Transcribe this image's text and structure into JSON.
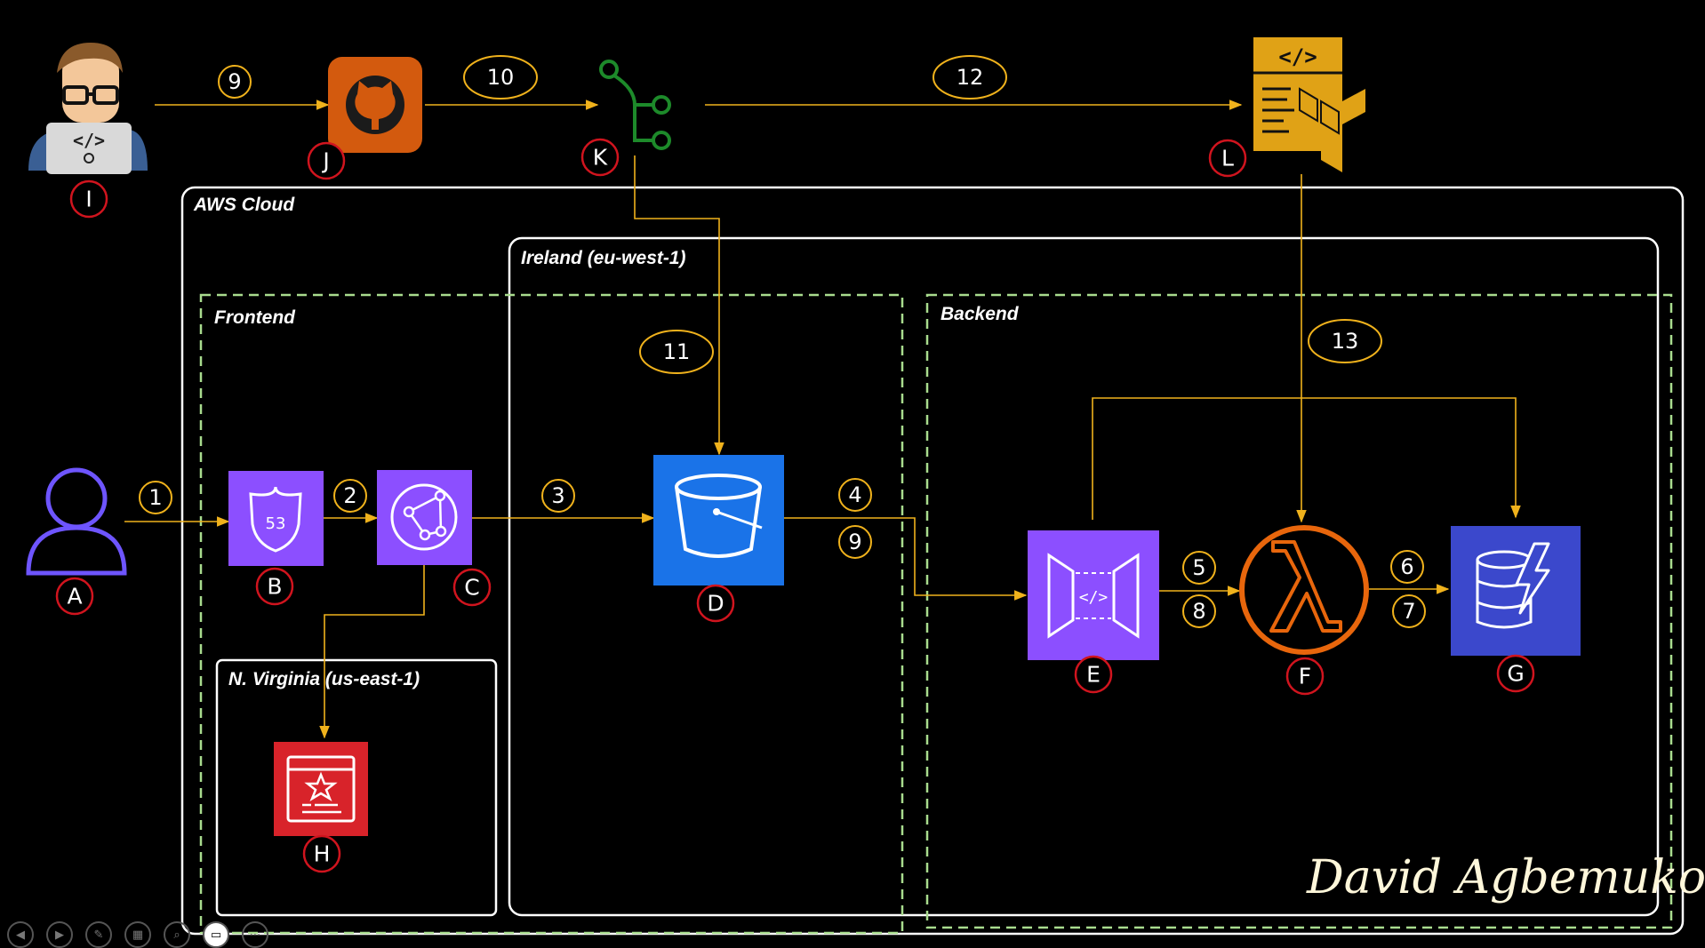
{
  "labels": {
    "aws_cloud": "AWS Cloud",
    "ireland": "Ireland (eu-west-1)",
    "frontend": "Frontend",
    "backend": "Backend",
    "virginia": "N. Virginia (us-east-1)"
  },
  "letters": {
    "A": "A",
    "B": "B",
    "C": "C",
    "D": "D",
    "E": "E",
    "F": "F",
    "G": "G",
    "H": "H",
    "I": "I",
    "J": "J",
    "K": "K",
    "L": "L"
  },
  "steps": {
    "s1": "1",
    "s2": "2",
    "s3": "3",
    "s4": "4",
    "s5": "5",
    "s6": "6",
    "s7": "7",
    "s8": "8",
    "s9a": "9",
    "s9b": "9",
    "s10": "10",
    "s11": "11",
    "s12": "12",
    "s13": "13"
  },
  "icons": {
    "route53_text": "53",
    "code_tag": "</>"
  },
  "signature": "David Agbemuko",
  "colors": {
    "arrow": "#f0b21c",
    "letter_ring": "#d0141e",
    "region_border": "#ffffff",
    "group_border": "#a9dc8e",
    "route53": "#8c4fff",
    "cloudfront": "#8c4fff",
    "s3": "#1a73e8",
    "api_gateway": "#8c4fff",
    "lambda": "#e8660c",
    "dynamodb": "#3b48cc",
    "acm": "#d8232a",
    "github": "#d35a0e",
    "codepipeline": "#1d8a2a",
    "terraform": "#e0a216"
  }
}
